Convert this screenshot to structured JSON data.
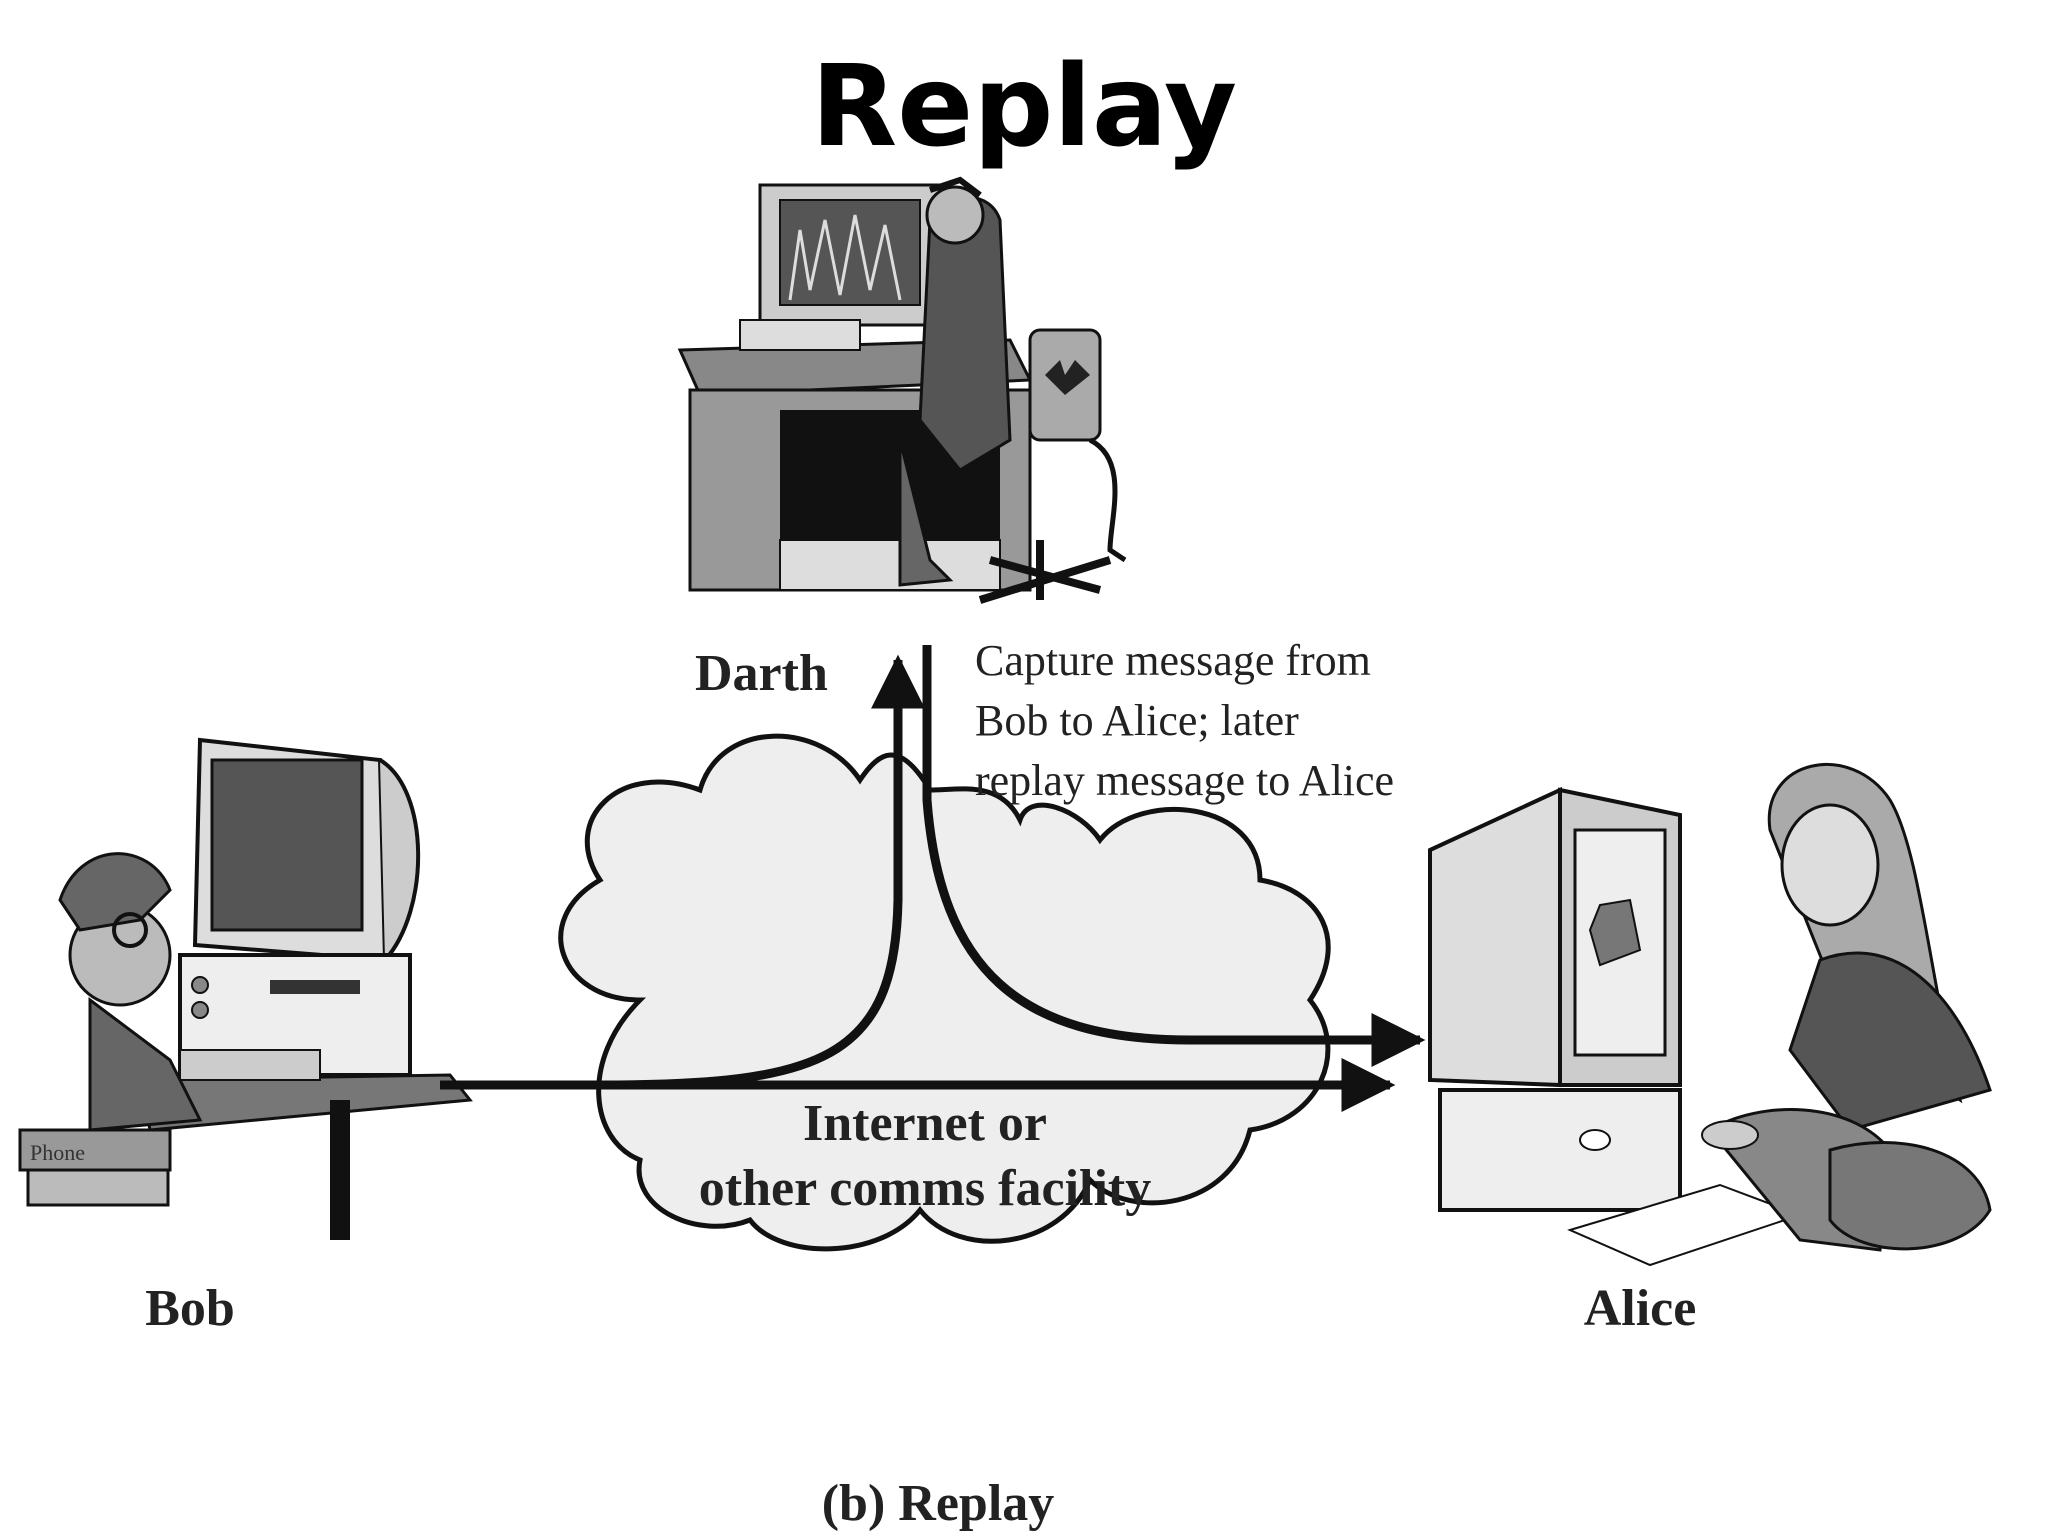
{
  "slide": {
    "title": "Replay"
  },
  "diagram": {
    "parties": {
      "darth": "Darth",
      "bob": "Bob",
      "alice": "Alice"
    },
    "annotation": {
      "line1": "Capture message from",
      "line2": "Bob to Alice; later",
      "line3": "replay message to Alice"
    },
    "network": {
      "line1": "Internet or",
      "line2": "other comms facility"
    },
    "caption": "(b) Replay",
    "books_label": "Phone"
  }
}
